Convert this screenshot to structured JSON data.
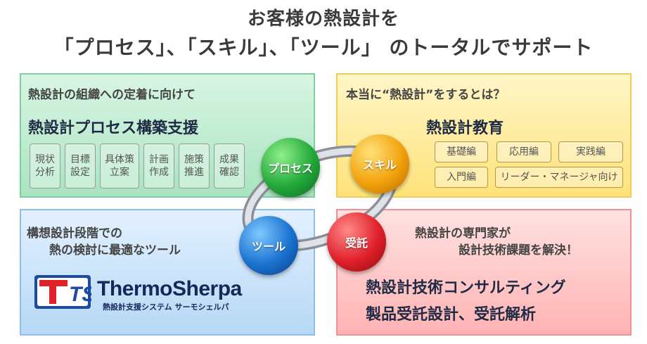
{
  "title": {
    "line1": "お客様の熱設計を",
    "line2": "「プロセス」、「スキル」、「ツール」 のトータルでサポート"
  },
  "process_panel": {
    "heading": "熱設計の組織への定着に向けて",
    "service": "熱設計プロセス構築支援",
    "steps": [
      {
        "line1": "現状",
        "line2": "分析"
      },
      {
        "line1": "目標",
        "line2": "設定"
      },
      {
        "line1": "具体策",
        "line2": "立案"
      },
      {
        "line1": "計画",
        "line2": "作成"
      },
      {
        "line1": "施策",
        "line2": "推進"
      },
      {
        "line1": "成果",
        "line2": "確認"
      }
    ]
  },
  "skill_panel": {
    "heading": "本当に“熱設計”をするとは？",
    "service": "熱設計教育",
    "courses": [
      "基礎編",
      "応用編",
      "実践編",
      "入門編",
      "リーダー・マネージャ向け"
    ]
  },
  "tool_panel": {
    "heading_line1": "構想設計段階での",
    "heading_line2": "熱の検討に最適なツール",
    "logo_badge": "TS",
    "logo_name": "ThermoSherpa",
    "logo_sub": "熱設計支援システム サーモシェルパ"
  },
  "consult_panel": {
    "heading_line1": "熱設計の専門家が",
    "heading_line2": "設計技術課題を解決！",
    "service_line1": "熱設計技術コンサルティング",
    "service_line2": "製品受託設計、受託解析"
  },
  "orbs": {
    "process": "プロセス",
    "skill": "スキル",
    "tool": "ツール",
    "trust": "受託"
  },
  "colors": {
    "process": "#23a83a",
    "skill": "#f3a20c",
    "tool": "#1a72d0",
    "trust": "#e0202a"
  }
}
